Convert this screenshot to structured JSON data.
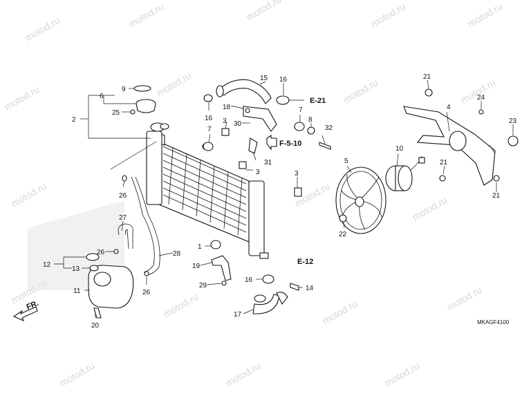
{
  "watermark": "motod.ru",
  "diagram_code": "MKAGF4100",
  "direction_label": "FR.",
  "reference_labels": [
    "E-21",
    "F-5-10",
    "E-12"
  ],
  "callouts": [
    "1",
    "2",
    "3",
    "3",
    "3",
    "4",
    "5",
    "6",
    "7",
    "7",
    "8",
    "9",
    "10",
    "11",
    "12",
    "13",
    "14",
    "15",
    "16",
    "16",
    "16",
    "17",
    "18",
    "19",
    "20",
    "21",
    "21",
    "21",
    "22",
    "23",
    "24",
    "25",
    "26",
    "26",
    "26",
    "27",
    "28",
    "29",
    "30",
    "31",
    "32"
  ]
}
